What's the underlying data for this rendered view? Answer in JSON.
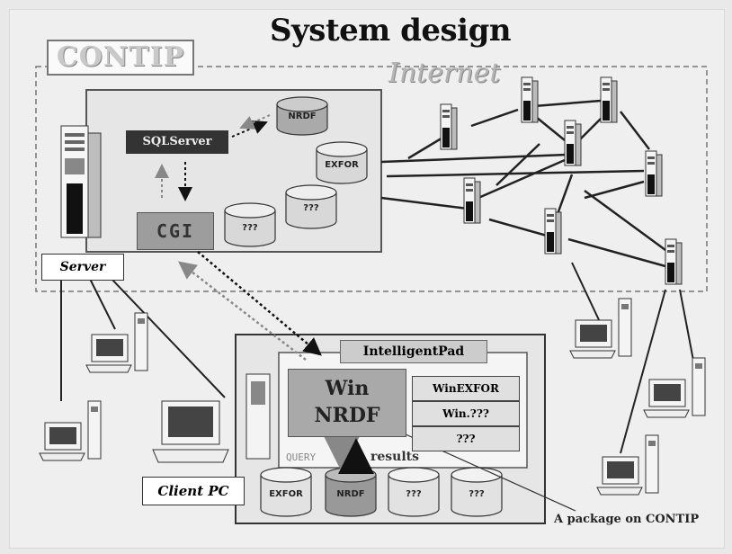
{
  "title": "System design",
  "contip_label": "CONTIP",
  "internet_label": "Internet",
  "server": {
    "label": "Server",
    "sql_label": "SQLServer",
    "cgi_label": "CGI",
    "databases": [
      "NRDF",
      "EXFOR",
      "???",
      "???"
    ]
  },
  "client": {
    "label": "Client PC",
    "pad_label": "IntelligentPad",
    "win_label_1": "Win",
    "win_label_2": "NRDF",
    "modules": [
      "WinEXFOR",
      "Win.???",
      "???"
    ],
    "query_label": "QUERY",
    "results_label": "results",
    "databases": [
      "EXFOR",
      "NRDF",
      "???",
      "???"
    ]
  },
  "package_note": "A package on CONTIP"
}
